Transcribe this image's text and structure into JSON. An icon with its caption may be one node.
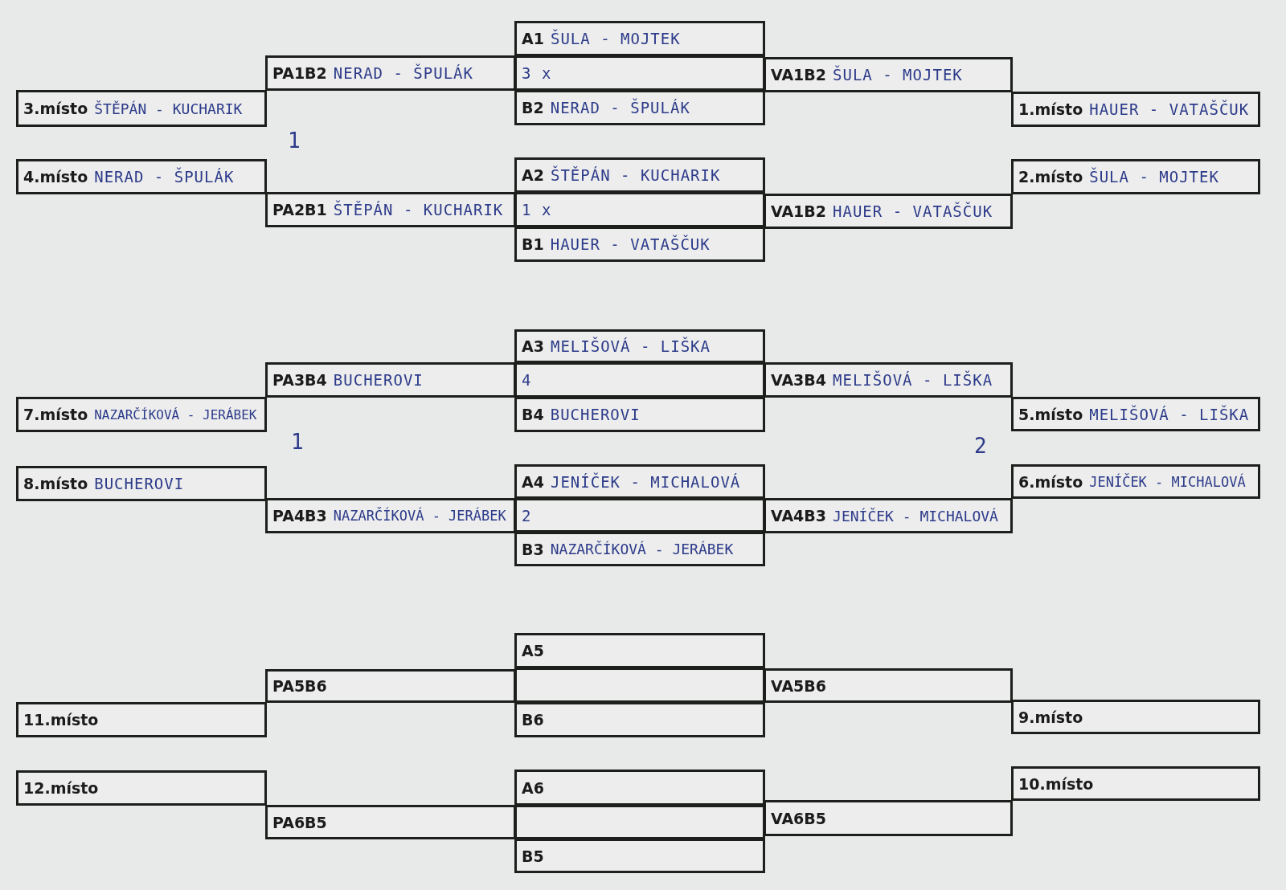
{
  "diagram": {
    "nodes": [
      {
        "text": [
          "A1",
          "ŠULA - MOJTEK"
        ]
      },
      {
        "text": [
          "PA1B2",
          "NERAD - ŠPULÁK"
        ]
      },
      {
        "text": [
          "3 x"
        ]
      },
      {
        "text": [
          "VA1B2",
          "ŠULA - MOJTEK"
        ]
      },
      {
        "text": [
          "3.místo",
          "ŠTĚPÁN - KUCHARIK"
        ]
      },
      {
        "text": [
          "B2",
          "NERAD - ŠPULÁK"
        ]
      },
      {
        "text": [
          "1.místo",
          "HAUER - VATAŠČUK"
        ]
      },
      {
        "text": [
          "4.místo",
          "NERAD - ŠPULÁK"
        ]
      },
      {
        "text": [
          "A2",
          "ŠTĚPÁN - KUCHARIK"
        ]
      },
      {
        "text": [
          "2.místo",
          "ŠULA - MOJTEK"
        ]
      },
      {
        "text": [
          "PA2B1",
          "ŠTĚPÁN - KUCHARIK"
        ]
      },
      {
        "text": [
          "1 x"
        ]
      },
      {
        "text": [
          "VA1B2",
          "HAUER - VATAŠČUK"
        ]
      },
      {
        "text": [
          "B1",
          "HAUER - VATAŠČUK"
        ]
      },
      {
        "text": [
          "A3",
          "MELIŠOVÁ - LIŠKA"
        ]
      },
      {
        "text": [
          "PA3B4",
          "BUCHEROVI"
        ]
      },
      {
        "text": [
          "4"
        ]
      },
      {
        "text": [
          "VA3B4",
          "MELIŠOVÁ - LIŠKA"
        ]
      },
      {
        "text": [
          "7.místo",
          "NAZARČÍKOVÁ - JERÁBEK"
        ]
      },
      {
        "text": [
          "B4",
          "BUCHEROVI"
        ]
      },
      {
        "text": [
          "5.místo",
          "MELIŠOVÁ - LIŠKA"
        ]
      },
      {
        "text": [
          "8.místo",
          "BUCHEROVI"
        ]
      },
      {
        "text": [
          "A4",
          "JENÍČEK - MICHALOVÁ"
        ]
      },
      {
        "text": [
          "6.místo",
          "JENÍČEK - MICHALOVÁ"
        ]
      },
      {
        "text": [
          "PA4B3",
          "NAZARČÍKOVÁ - JERÁBEK"
        ]
      },
      {
        "text": [
          "2"
        ]
      },
      {
        "text": [
          "VA4B3",
          "JENÍČEK - MICHALOVÁ"
        ]
      },
      {
        "text": [
          "B3",
          "NAZARČÍKOVÁ - JERÁBEK"
        ]
      },
      {
        "text": [
          "A5"
        ]
      },
      {
        "text": [
          "PA5B6"
        ]
      },
      {
        "text": [],
        "shape": "box"
      },
      {
        "text": [
          "VA5B6"
        ]
      },
      {
        "text": [
          "11.místo"
        ]
      },
      {
        "text": [
          "B6"
        ]
      },
      {
        "text": [
          "9.místo"
        ]
      },
      {
        "text": [
          "12.místo"
        ]
      },
      {
        "text": [
          "A6"
        ]
      },
      {
        "text": [
          "10.místo"
        ]
      },
      {
        "text": [
          "PA6B5"
        ]
      },
      {
        "text": [],
        "shape": "box"
      },
      {
        "text": [
          "VA6B5"
        ]
      },
      {
        "text": [
          "B5"
        ]
      }
    ],
    "labels": [
      "1",
      "1",
      "2"
    ]
  }
}
